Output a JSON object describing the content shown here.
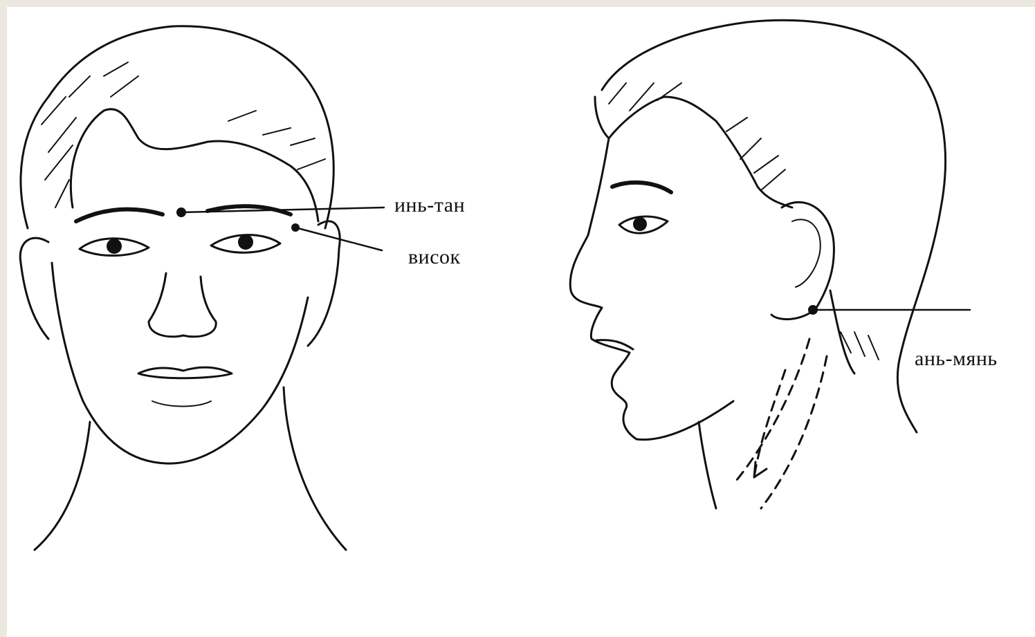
{
  "labels": {
    "yin_tang": "инь-тан",
    "temple": "висок",
    "an_mian": "ань-мянь"
  },
  "colors": {
    "page_background": "#ebe8df",
    "sheet": "#ffffff",
    "ink": "#111111"
  }
}
